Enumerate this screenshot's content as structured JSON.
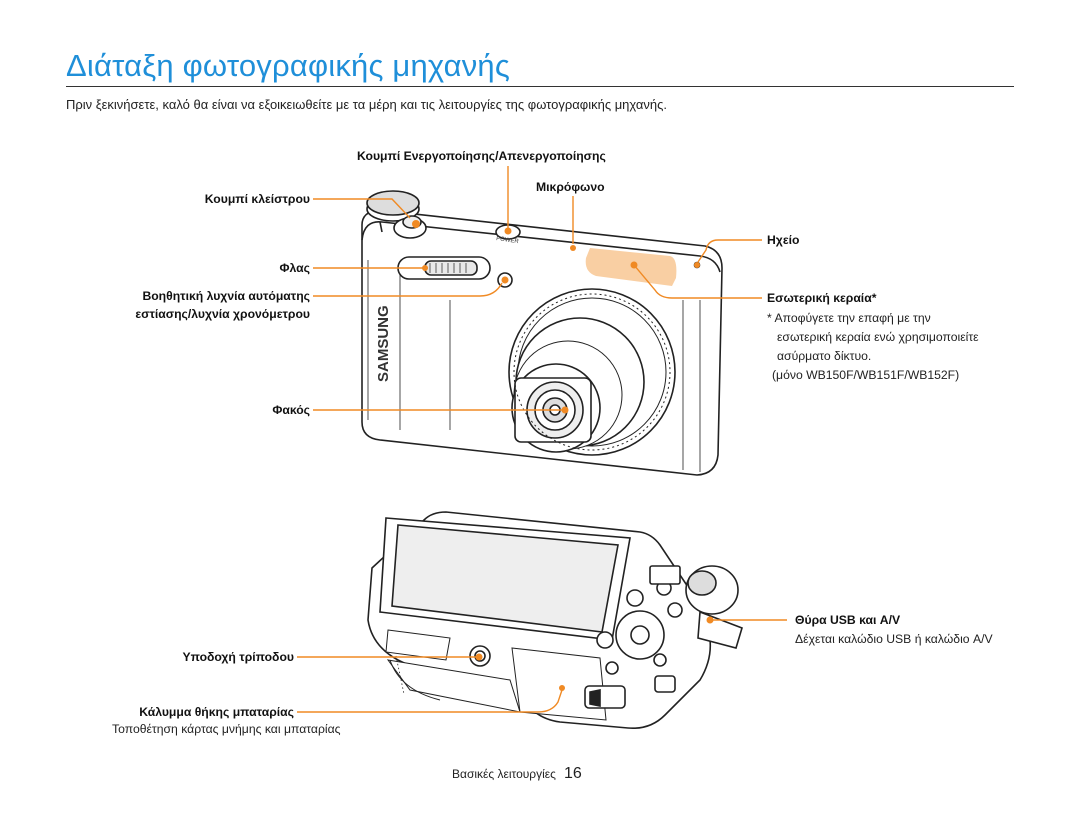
{
  "page": {
    "title": "Διάταξη φωτογραφικής μηχανής",
    "intro": "Πριν ξεκινήσετε, καλό θα είναι να εξοικειωθείτε με τα μέρη και τις λειτουργίες της φωτογραφικής μηχανής."
  },
  "front_labels": {
    "power_button": "Κουμπί Ενεργοποίησης/Απενεργοποίησης",
    "microphone": "Μικρόφωνο",
    "shutter_button": "Κουμπί κλείστρου",
    "speaker": "Ηχείο",
    "flash": "Φλας",
    "af_lamp_line1": "Βοηθητική λυχνία αυτόματης",
    "af_lamp_line2": "εστίασης/λυχνία χρονόμετρου",
    "antenna": "Εσωτερική κεραία*",
    "antenna_note_line1": "* Αποφύγετε την επαφή με την",
    "antenna_note_line2": "εσωτερική κεραία ενώ χρησιμοποιείτε",
    "antenna_note_line3": "ασύρματο δίκτυο.",
    "antenna_note_line4": "(μόνο WB150F/WB151F/WB152F)",
    "lens": "Φακός"
  },
  "bottom_labels": {
    "usb_port": "Θύρα USB και A/V",
    "usb_port_note": "Δέχεται καλώδιο USB ή καλώδιο A/V",
    "tripod_mount": "Υποδοχή τρίποδου",
    "battery_cover": "Κάλυμμα θήκης μπαταρίας",
    "battery_cover_note": "Τοποθέτηση κάρτας μνήμης και μπαταρίας"
  },
  "camera_markings": {
    "brand": "SAMSUNG",
    "power": "POWER"
  },
  "footer": {
    "section": "Βασικές λειτουργίες",
    "page_number": "16"
  },
  "colors": {
    "title": "#1f8fd9",
    "callout": "#f08a24",
    "antenna_area": "#f9cfa3"
  }
}
